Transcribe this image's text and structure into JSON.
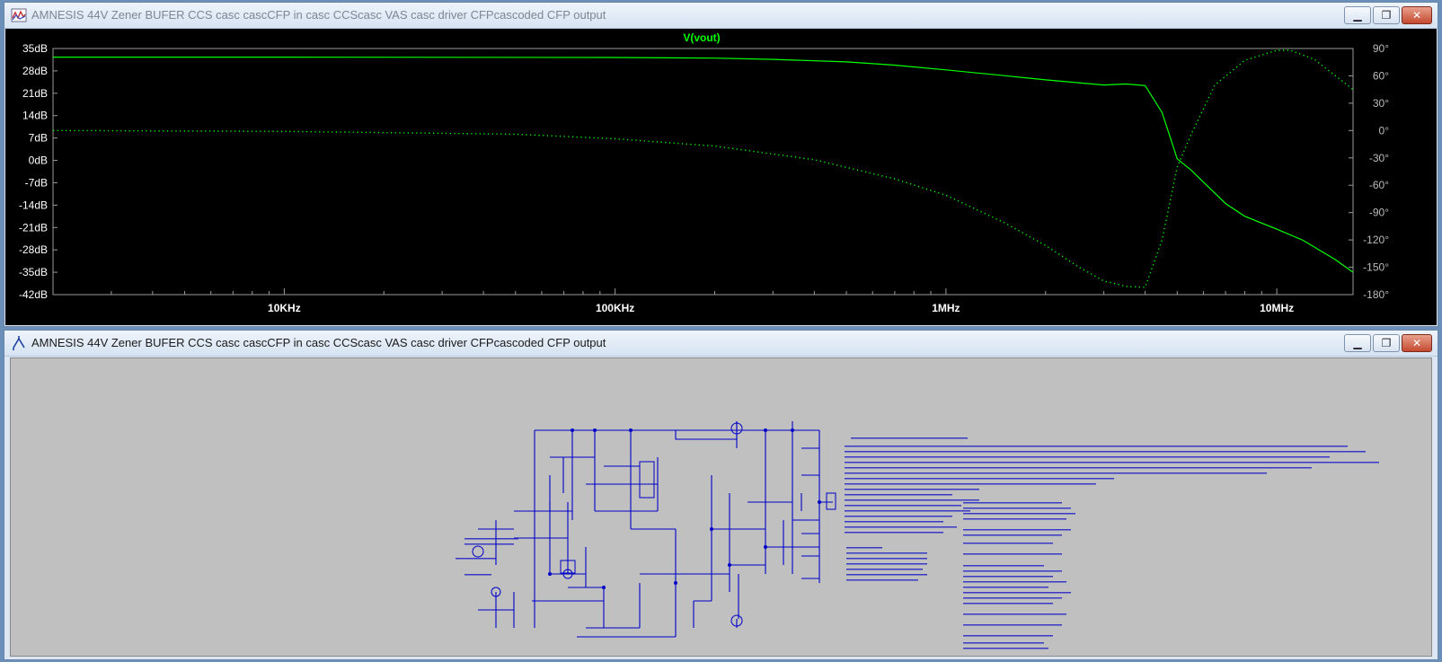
{
  "plot_window": {
    "title": "AMNESIS 44V Zener BUFER CCS casc cascCFP in casc CCScasc VAS casc driver CFPcascoded CFP output",
    "icon": "waveform-viewer-icon",
    "buttons": {
      "minimize": "minimize-icon",
      "restore": "restore-icon",
      "close": "close-icon"
    }
  },
  "schematic_window": {
    "title": "AMNESIS 44V Zener BUFER CCS casc cascCFP in casc CCScasc VAS casc driver CFPcascoded CFP output",
    "icon": "schematic-icon"
  },
  "colors": {
    "plot_background": "#000000",
    "trace": "#00ff00",
    "axis_text_left": "#ffffff",
    "wire": "#0000c8",
    "schematic_background": "#c0c0c0"
  },
  "chart_data": {
    "type": "line",
    "title": "V(vout)",
    "x_scale": "log",
    "xlim": [
      2000,
      17000000
    ],
    "x_ticks": [
      {
        "value": 10000,
        "label": "10KHz"
      },
      {
        "value": 100000,
        "label": "100KHz"
      },
      {
        "value": 1000000,
        "label": "1MHz"
      },
      {
        "value": 10000000,
        "label": "10MHz"
      }
    ],
    "y_left": {
      "unit": "dB",
      "ylim": [
        -42,
        35
      ],
      "tick_labels": [
        "35dB",
        "28dB",
        "21dB",
        "14dB",
        "7dB",
        "0dB",
        "-7dB",
        "-14dB",
        "-21dB",
        "-28dB",
        "-35dB",
        "-42dB"
      ]
    },
    "y_right": {
      "unit": "degrees",
      "ylim": [
        -180,
        90
      ],
      "tick_labels": [
        "90°",
        "60°",
        "30°",
        "0°",
        "-30°",
        "-60°",
        "-90°",
        "-120°",
        "-150°",
        "-180°"
      ]
    },
    "series": [
      {
        "style": "solid",
        "axis": "left",
        "points": [
          [
            2000,
            32.3
          ],
          [
            10000,
            32.3
          ],
          [
            100000,
            32.2
          ],
          [
            200000,
            32.0
          ],
          [
            300000,
            31.6
          ],
          [
            500000,
            30.8
          ],
          [
            700000,
            29.8
          ],
          [
            1000000,
            28.3
          ],
          [
            1500000,
            26.5
          ],
          [
            2000000,
            25.2
          ],
          [
            3000000,
            23.6
          ],
          [
            3500000,
            23.9
          ],
          [
            4000000,
            23.4
          ],
          [
            4500000,
            15.0
          ],
          [
            5000000,
            0.5
          ],
          [
            5500000,
            -3.0
          ],
          [
            7000000,
            -13.5
          ],
          [
            8000000,
            -17.5
          ],
          [
            10000000,
            -21.5
          ],
          [
            12000000,
            -25.0
          ],
          [
            15000000,
            -31.0
          ],
          [
            17000000,
            -35.0
          ]
        ]
      },
      {
        "style": "dotted",
        "axis": "right",
        "points": [
          [
            2000,
            0
          ],
          [
            10000,
            -1
          ],
          [
            50000,
            -4
          ],
          [
            100000,
            -9
          ],
          [
            200000,
            -17
          ],
          [
            400000,
            -32
          ],
          [
            700000,
            -53
          ],
          [
            1000000,
            -71
          ],
          [
            1500000,
            -101
          ],
          [
            2000000,
            -126
          ],
          [
            2500000,
            -149
          ],
          [
            3000000,
            -165
          ],
          [
            3500000,
            -171
          ],
          [
            4000000,
            -172
          ],
          [
            4500000,
            -120
          ],
          [
            5000000,
            -40
          ],
          [
            5500000,
            -5
          ],
          [
            6500000,
            50
          ],
          [
            8000000,
            77
          ],
          [
            10000000,
            88
          ],
          [
            11000000,
            88
          ],
          [
            13000000,
            78
          ],
          [
            17000000,
            45
          ]
        ]
      }
    ]
  }
}
